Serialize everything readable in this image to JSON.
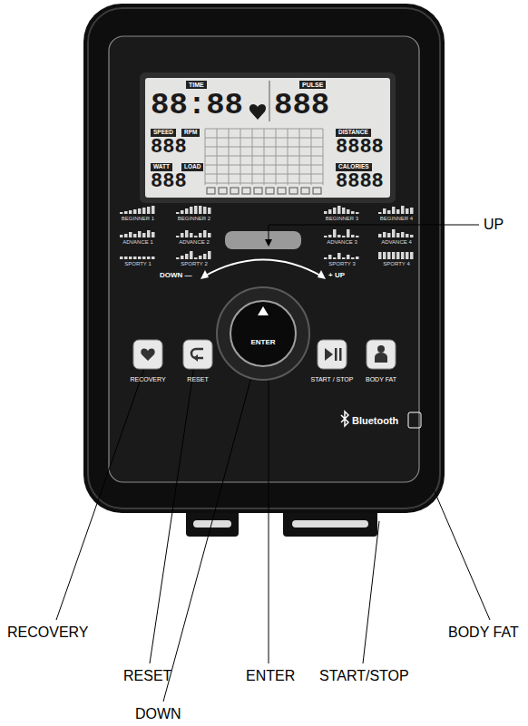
{
  "diagram": {
    "nodes": [
      {
        "text": [
          "TIME",
          "PULSE",
          "88:88",
          "888",
          "SPEED",
          "RPM",
          "888",
          "DISTANCE",
          "8888",
          "WATT",
          "LOAD",
          "888",
          "CALORIES",
          "8888"
        ]
      },
      {
        "text": [
          "RECOVERY"
        ]
      },
      {
        "text": [
          "RESET"
        ]
      },
      {
        "text": [
          "ENTER"
        ]
      },
      {
        "text": [
          "START / STOP"
        ]
      },
      {
        "text": [
          "BODY FAT"
        ]
      }
    ],
    "labels": [
      "BEGINNER 1",
      "BEGINNER 2",
      "BEGINNER 3",
      "BEGINNER 4",
      "ADVANCE 1",
      "ADVANCE 2",
      "ADVANCE 3",
      "ADVANCE 4",
      "SPORTY 1",
      "SPORTY 2",
      "SPORTY 3",
      "SPORTY 4",
      "DOWN —",
      "+ UP",
      "Bluetooth",
      "UP",
      "RECOVERY",
      "RESET",
      "DOWN",
      "ENTER",
      "START/STOP",
      "BODY FAT"
    ]
  }
}
